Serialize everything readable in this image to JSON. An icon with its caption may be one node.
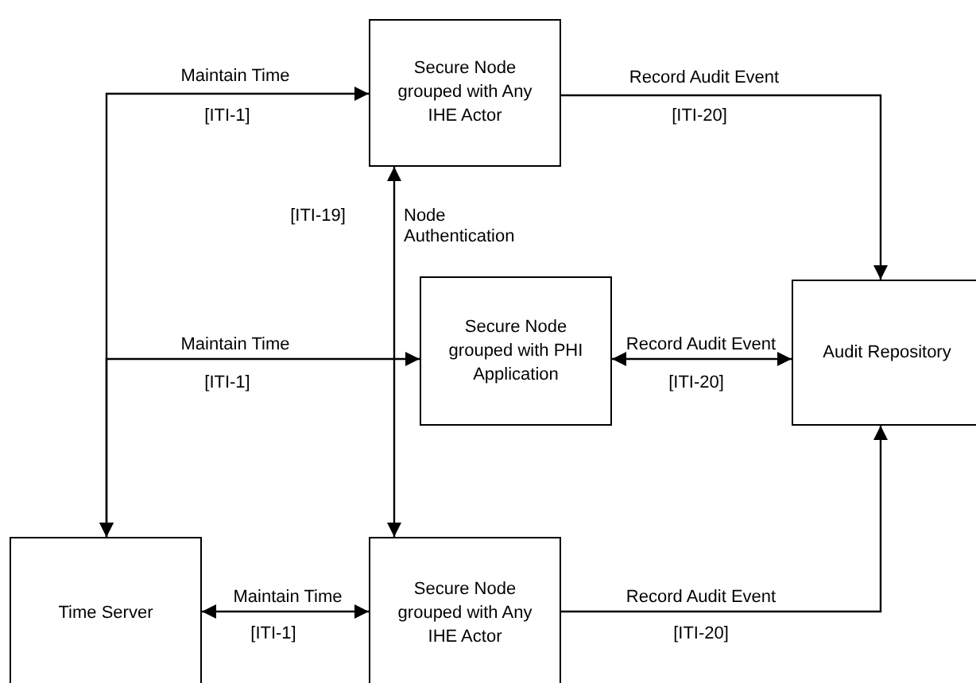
{
  "diagram": {
    "nodes": [
      {
        "text": [
          "Secure Node grouped with Any IHE Actor"
        ]
      },
      {
        "text": [
          "Secure Node grouped with PHI Application"
        ]
      },
      {
        "text": [
          "Audit Repository"
        ]
      },
      {
        "text": [
          "Time Server"
        ]
      },
      {
        "text": [
          "Secure Node grouped with Any IHE Actor"
        ]
      }
    ],
    "edges": [
      {
        "from": 3,
        "to": 0,
        "arrow": "both",
        "label": "Maintain Time"
      },
      {
        "from": 0,
        "to": 2,
        "arrow": "to",
        "label": "Record Audit Event"
      },
      {
        "from": 0,
        "to": 4,
        "arrow": "both",
        "label": "Node Authentication"
      },
      {
        "from": 3,
        "to": 1,
        "arrow": "both",
        "label": "Maintain Time"
      },
      {
        "from": 1,
        "to": 2,
        "arrow": "both",
        "label": "Record Audit Event"
      },
      {
        "from": 3,
        "to": 4,
        "arrow": "both",
        "label": "Maintain Time"
      },
      {
        "from": 4,
        "to": 2,
        "arrow": "to",
        "label": "Record Audit Event"
      }
    ],
    "labels": [
      "[ITI-1]",
      "[ITI-20]",
      "[ITI-19]",
      "[ITI-1]",
      "[ITI-20]",
      "[ITI-1]",
      "[ITI-20]"
    ]
  }
}
